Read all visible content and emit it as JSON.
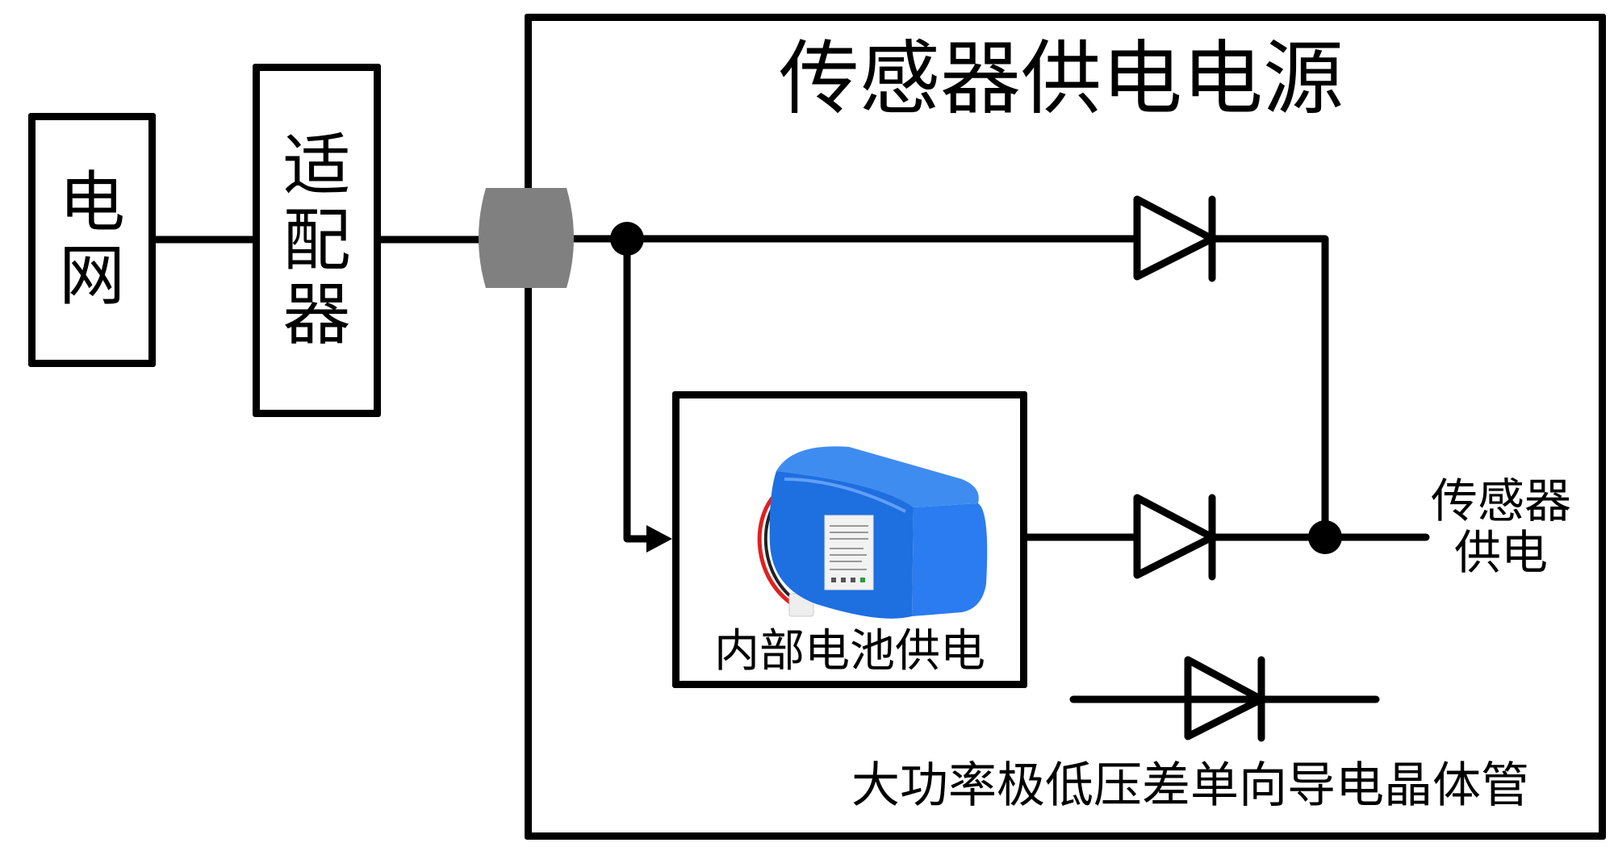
{
  "grid": {
    "chars": [
      "电",
      "网"
    ]
  },
  "adapter": {
    "chars": [
      "适",
      "配",
      "器"
    ]
  },
  "power_supply": {
    "title": "传感器供电电源",
    "battery_label": "内部电池供电",
    "output_label_line1": "传感器",
    "output_label_line2": "供电",
    "legend_text": "大功率极低压差单向导电晶体管"
  },
  "icons": {
    "connector": "connector-icon",
    "diode": "diode-icon",
    "battery": "battery-pack-icon"
  },
  "colors": {
    "line": "#000000",
    "connector": "#808080",
    "battery_body": "#1e6fe0",
    "battery_wire_red": "#e02020"
  }
}
